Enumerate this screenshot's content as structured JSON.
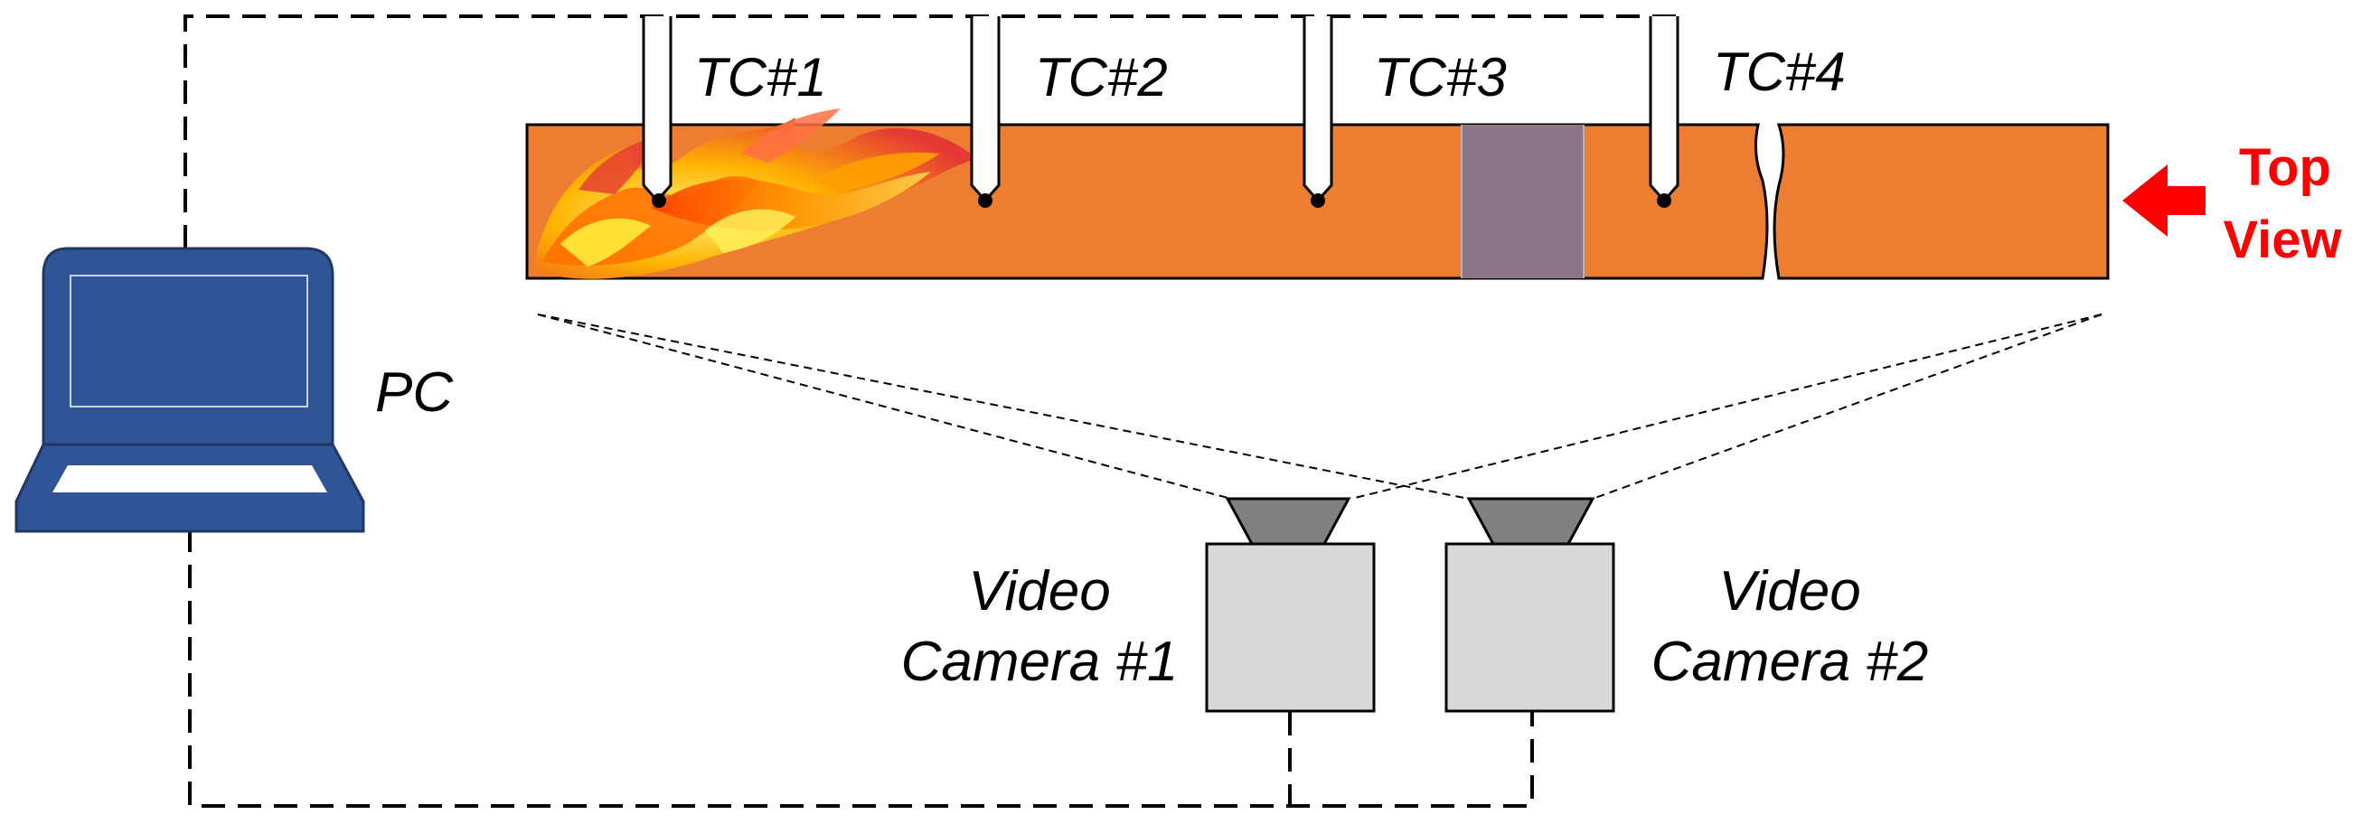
{
  "diagram": {
    "thermocouples": [
      {
        "label": "TC#1"
      },
      {
        "label": "TC#2"
      },
      {
        "label": "TC#3"
      },
      {
        "label": "TC#4"
      }
    ],
    "pc_label": "PC",
    "top_view": {
      "line1": "Top",
      "line2": "View"
    },
    "cameras": [
      {
        "line1": "Video",
        "line2": "Camera #1"
      },
      {
        "line1": "Video",
        "line2": "Camera #2"
      }
    ]
  },
  "colors": {
    "duct": "#ED7D31",
    "window": "#8A7686",
    "laptop": "#2F5597",
    "camera_body": "#D9D9D9",
    "camera_lens": "#808080",
    "accent_red": "#FF0000",
    "line": "#000000"
  },
  "icons": [
    "laptop-icon",
    "fire-icon",
    "arrow-left-icon",
    "camera-icon"
  ]
}
